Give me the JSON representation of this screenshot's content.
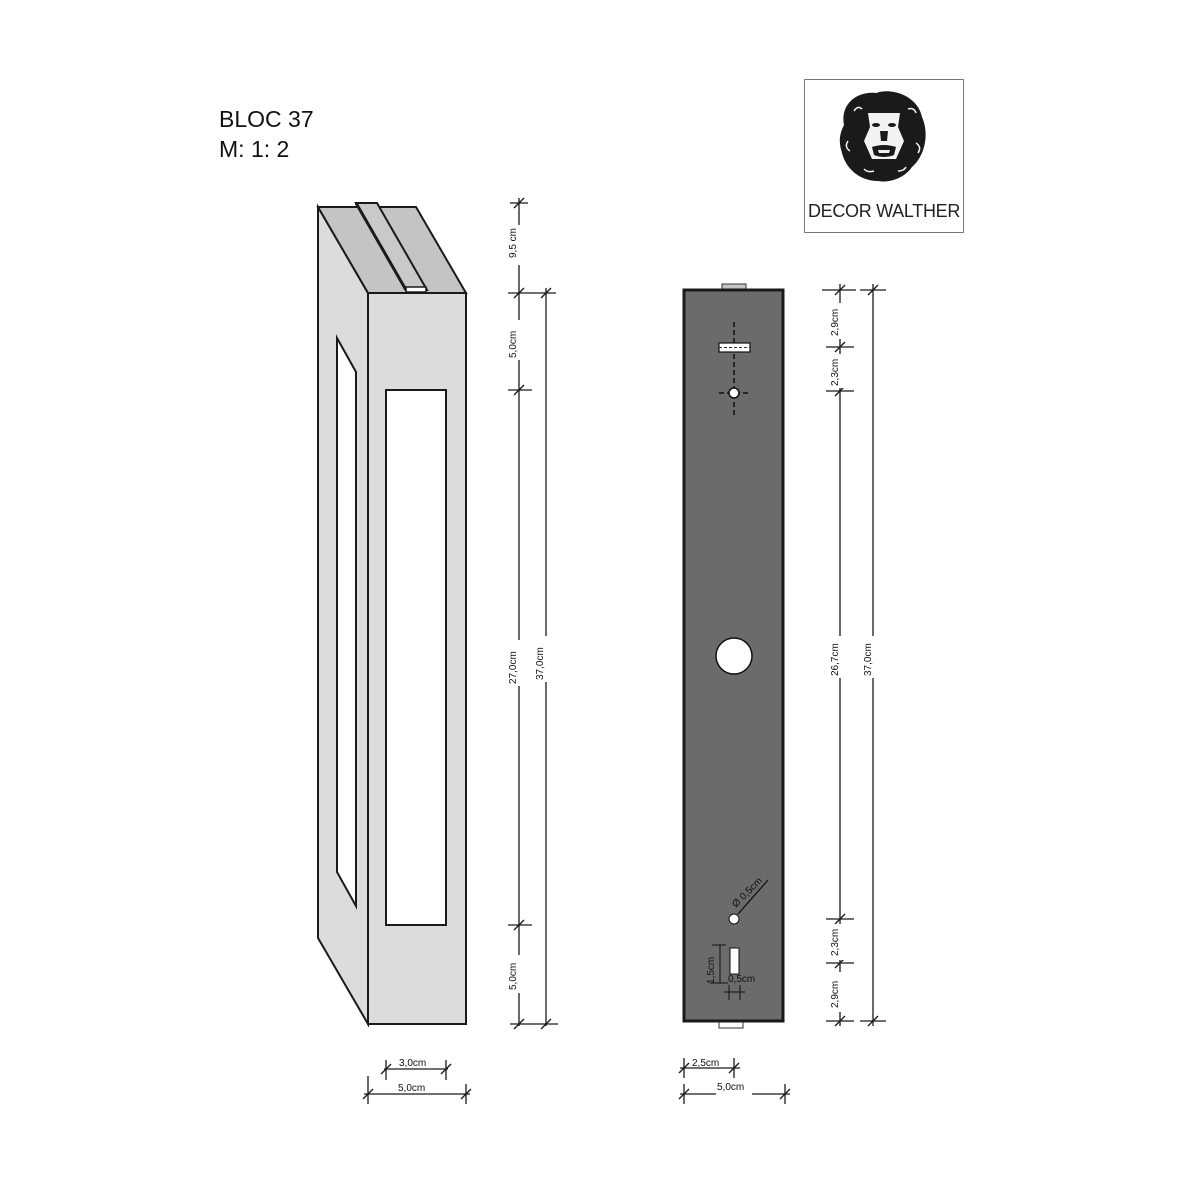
{
  "header": {
    "product": "BLOC 37",
    "scale": "M: 1: 2"
  },
  "logo": {
    "icon": "lion-head-icon",
    "brand": "DECOR WALTHER"
  },
  "colors": {
    "front_face": "#dcdcdc",
    "top_face": "#c4c4c4",
    "back_plate": "#6b6b6b",
    "line": "#1a1a1a"
  },
  "left_view": {
    "name": "isometric-view",
    "dimensions": {
      "top_depth": "9,5 cm",
      "top_offset": "5,0cm",
      "window_height": "27,0cm",
      "total_height": "37,0cm",
      "bottom_offset": "5,0cm",
      "window_width": "3,0cm",
      "total_width": "5,0cm"
    }
  },
  "right_view": {
    "name": "back-plate-view",
    "dimensions": {
      "top_margin": "2,9cm",
      "hole_spacing_top": "2,3cm",
      "center_span": "26,7cm",
      "total_height": "37,0cm",
      "hole_spacing_bottom": "2,3cm",
      "bottom_margin": "2,9cm",
      "hole_diameter": "Ø 0,5cm",
      "slot_height": "1,5cm",
      "slot_width": "0,5cm",
      "half_width": "2,5cm",
      "total_width": "5,0cm"
    }
  }
}
